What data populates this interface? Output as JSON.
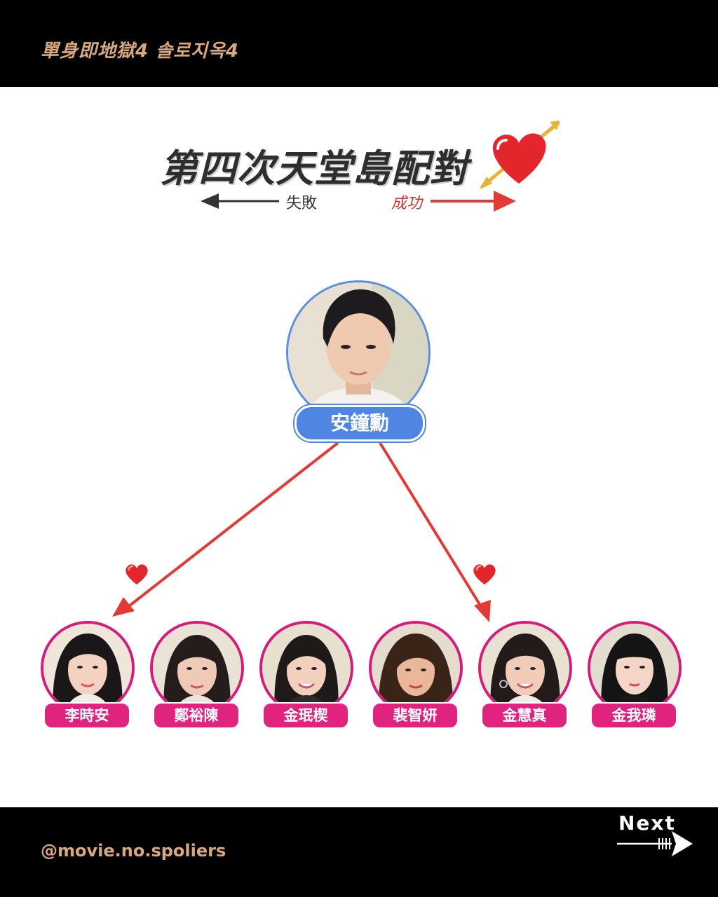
{
  "header": {
    "show_title": "單身即地獄4 솔로지옥4"
  },
  "title": {
    "text": "第四次天堂島配對"
  },
  "legend": {
    "fail": "失敗",
    "success": "成功"
  },
  "center_person": {
    "name": "安鐘勳"
  },
  "women": [
    {
      "name": "李時安"
    },
    {
      "name": "鄭裕陳"
    },
    {
      "name": "金珉楔"
    },
    {
      "name": "裴智妍"
    },
    {
      "name": "金慧真"
    },
    {
      "name": "金我璘"
    }
  ],
  "matches": [
    {
      "from": "安鐘勳",
      "to": "李時安",
      "result": "成功"
    },
    {
      "from": "安鐘勳",
      "to": "金慧真",
      "result": "成功"
    }
  ],
  "footer": {
    "handle": "@movie.no.spoliers",
    "next_label": "Next"
  },
  "colors": {
    "success": "#e23b35",
    "fail": "#333333",
    "male": "#4f86e4",
    "female": "#e0237f",
    "header_text": "#d9a87e"
  },
  "icons": {
    "title_heart": "heart-with-arrow-icon",
    "match_heart": "heart-icon",
    "next_arrow": "arrow-right-icon"
  }
}
